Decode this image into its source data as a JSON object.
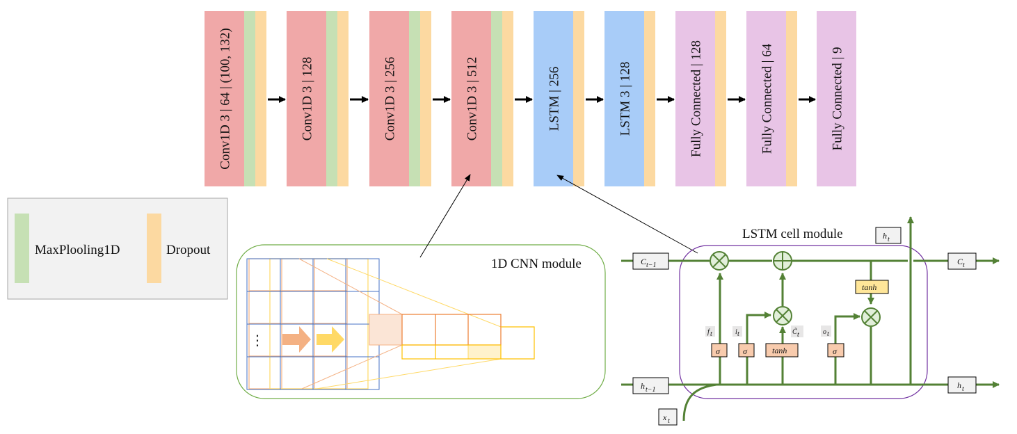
{
  "layers": [
    {
      "label": "Conv1D 3 | 64 | (100, 132)",
      "kind": "conv",
      "maxpool": true,
      "dropout": true
    },
    {
      "label": "Conv1D 3 | 128",
      "kind": "conv",
      "maxpool": true,
      "dropout": true
    },
    {
      "label": "Conv1D 3 | 256",
      "kind": "conv",
      "maxpool": true,
      "dropout": true
    },
    {
      "label": "Conv1D 3 | 512",
      "kind": "conv",
      "maxpool": true,
      "dropout": true
    },
    {
      "label": "LSTM | 256",
      "kind": "lstm",
      "maxpool": false,
      "dropout": true
    },
    {
      "label": "LSTM 3 | 128",
      "kind": "lstm",
      "maxpool": false,
      "dropout": true
    },
    {
      "label": "Fully Connected | 128",
      "kind": "fc",
      "maxpool": false,
      "dropout": true
    },
    {
      "label": "Fully Connected | 64",
      "kind": "fc",
      "maxpool": false,
      "dropout": true
    },
    {
      "label": "Fully Connected | 9",
      "kind": "fc",
      "maxpool": false,
      "dropout": false
    }
  ],
  "colors": {
    "conv": "#f0a8a8",
    "lstm": "#a8ccf8",
    "fc": "#e8c4e6",
    "maxpool": "#c6e0b4",
    "dropout": "#fcd9a1",
    "cnn_border": "#70ad47",
    "lstm_border": "#7030a0",
    "lstm_line": "#538135"
  },
  "legend": {
    "maxpool": "MaxPlooling1D",
    "dropout": "Dropout"
  },
  "cnn_module": {
    "title": "1D CNN module",
    "ellipsis": "⋮"
  },
  "lstm_module": {
    "title": "LSTM cell module",
    "c_prev": "C",
    "c_prev_sub": "t−1",
    "c_next": "C",
    "c_next_sub": "t",
    "h_prev": "h",
    "h_prev_sub": "t−1",
    "h_next": "h",
    "h_next_sub": "t",
    "h_top": "h",
    "h_top_sub": "t",
    "x_in": "x",
    "x_in_sub": "t",
    "sigma": "σ",
    "tanh": "tanh",
    "f_gate": "f",
    "f_gate_sub": "t",
    "i_gate": "i",
    "i_gate_sub": "t",
    "c_tilde": "C̃",
    "c_tilde_sub": "t",
    "o_gate": "o",
    "o_gate_sub": "t",
    "times": "⊗",
    "plus": "⊕"
  }
}
